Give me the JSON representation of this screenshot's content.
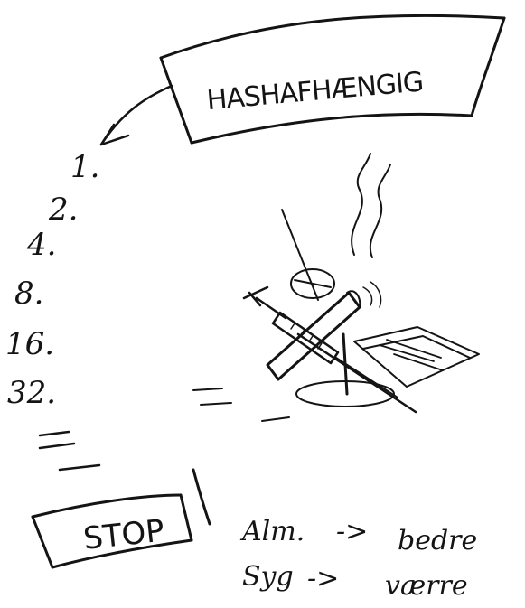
{
  "title": {
    "text": "HASHAFHÆNGIG"
  },
  "sequence": [
    "1.",
    "2.",
    "4.",
    "8.",
    "16.",
    "32."
  ],
  "stop_sign": {
    "text": "STOP"
  },
  "outcomes": [
    {
      "left": "Alm.",
      "arrow": "->",
      "right": "bedre"
    },
    {
      "left": "Syg",
      "arrow": "->",
      "right": "værre"
    }
  ],
  "ink_color": "#141414"
}
